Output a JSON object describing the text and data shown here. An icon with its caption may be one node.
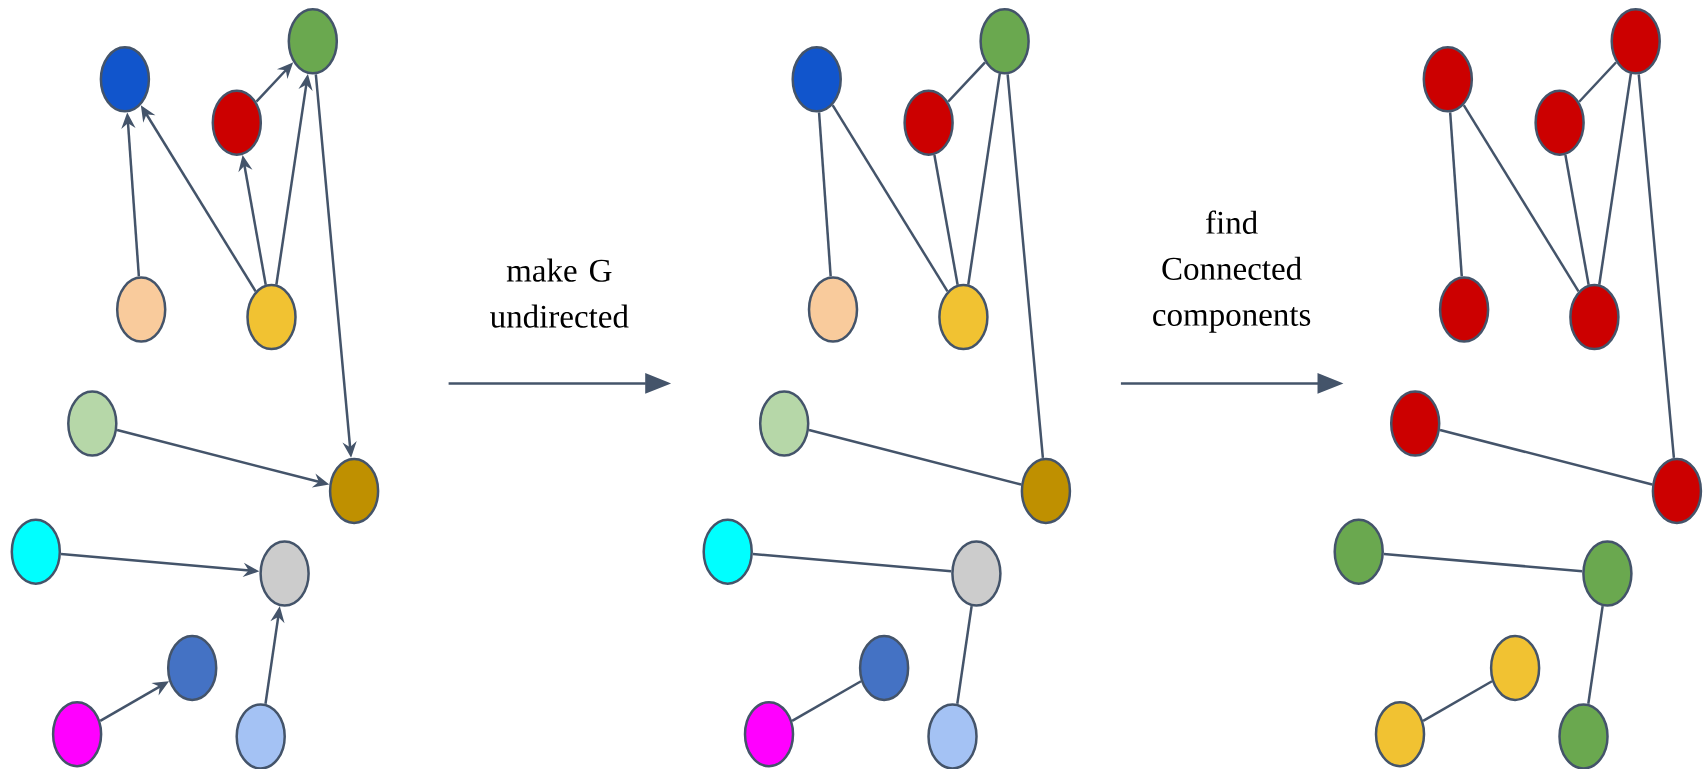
{
  "diagram": {
    "nodes": [
      {
        "text": [],
        "shape": "circle"
      },
      {
        "text": [],
        "shape": "circle"
      },
      {
        "text": [],
        "shape": "circle"
      },
      {
        "text": [],
        "shape": "circle"
      },
      {
        "text": [],
        "shape": "circle"
      },
      {
        "text": [],
        "shape": "circle"
      },
      {
        "text": [],
        "shape": "circle"
      },
      {
        "text": [],
        "shape": "circle"
      },
      {
        "text": [],
        "shape": "circle"
      },
      {
        "text": [],
        "shape": "circle"
      },
      {
        "text": [],
        "shape": "circle"
      },
      {
        "text": [],
        "shape": "circle"
      },
      {
        "text": [],
        "shape": "circle"
      },
      {
        "text": [],
        "shape": "circle"
      },
      {
        "text": [],
        "shape": "circle"
      },
      {
        "text": [],
        "shape": "circle"
      },
      {
        "text": [],
        "shape": "circle"
      },
      {
        "text": [],
        "shape": "circle"
      },
      {
        "text": [],
        "shape": "circle"
      },
      {
        "text": [],
        "shape": "circle"
      },
      {
        "text": [],
        "shape": "circle"
      },
      {
        "text": [],
        "shape": "circle"
      },
      {
        "text": [],
        "shape": "circle"
      },
      {
        "text": [],
        "shape": "circle"
      },
      {
        "text": [],
        "shape": "circle"
      },
      {
        "text": [],
        "shape": "circle"
      },
      {
        "text": [],
        "shape": "circle"
      },
      {
        "text": [],
        "shape": "circle"
      },
      {
        "text": [],
        "shape": "circle"
      },
      {
        "text": [],
        "shape": "circle"
      },
      {
        "text": [],
        "shape": "circle"
      },
      {
        "text": [],
        "shape": "circle"
      },
      {
        "text": [],
        "shape": "circle"
      },
      {
        "text": [],
        "shape": "circle"
      },
      {
        "text": [],
        "shape": "circle"
      },
      {
        "text": [],
        "shape": "circle"
      }
    ],
    "edges": [
      {
        "from": 3,
        "to": 0,
        "arrow": "to"
      },
      {
        "from": 4,
        "to": 0,
        "arrow": "to"
      },
      {
        "from": 4,
        "to": 2,
        "arrow": "to"
      },
      {
        "from": 4,
        "to": 1,
        "arrow": "to"
      },
      {
        "from": 2,
        "to": 1,
        "arrow": "to"
      },
      {
        "from": 1,
        "to": 6,
        "arrow": "to"
      },
      {
        "from": 5,
        "to": 6,
        "arrow": "to"
      },
      {
        "from": 7,
        "to": 8,
        "arrow": "to"
      },
      {
        "from": 11,
        "to": 8,
        "arrow": "to"
      },
      {
        "from": 10,
        "to": 9,
        "arrow": "to"
      },
      {
        "from": 15,
        "to": 12,
        "arrow": "none"
      },
      {
        "from": 16,
        "to": 12,
        "arrow": "none"
      },
      {
        "from": 16,
        "to": 14,
        "arrow": "none"
      },
      {
        "from": 16,
        "to": 13,
        "arrow": "none"
      },
      {
        "from": 14,
        "to": 13,
        "arrow": "none"
      },
      {
        "from": 13,
        "to": 18,
        "arrow": "none"
      },
      {
        "from": 17,
        "to": 18,
        "arrow": "none"
      },
      {
        "from": 19,
        "to": 20,
        "arrow": "none"
      },
      {
        "from": 23,
        "to": 20,
        "arrow": "none"
      },
      {
        "from": 22,
        "to": 21,
        "arrow": "none"
      },
      {
        "from": 27,
        "to": 24,
        "arrow": "none"
      },
      {
        "from": 28,
        "to": 24,
        "arrow": "none"
      },
      {
        "from": 28,
        "to": 26,
        "arrow": "none"
      },
      {
        "from": 28,
        "to": 25,
        "arrow": "none"
      },
      {
        "from": 26,
        "to": 25,
        "arrow": "none"
      },
      {
        "from": 25,
        "to": 30,
        "arrow": "none"
      },
      {
        "from": 29,
        "to": 30,
        "arrow": "none"
      },
      {
        "from": 31,
        "to": 32,
        "arrow": "none"
      },
      {
        "from": 35,
        "to": 32,
        "arrow": "none"
      },
      {
        "from": 34,
        "to": 33,
        "arrow": "none"
      }
    ],
    "labels": [
      "make G undirected",
      "find Connected components"
    ]
  }
}
